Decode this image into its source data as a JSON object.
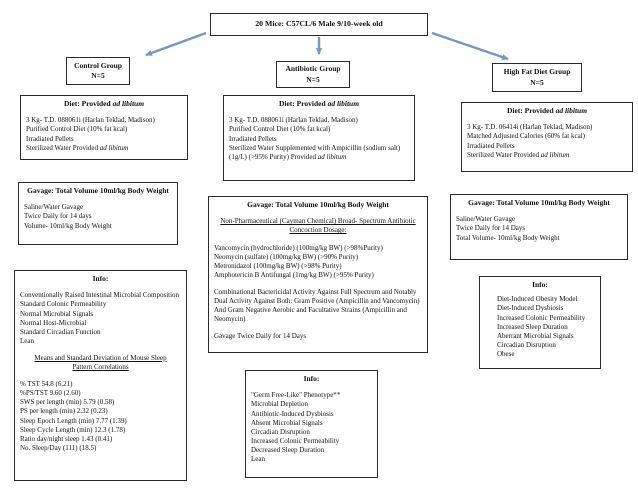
{
  "colors": {
    "arrow": "#7396c8",
    "border": "#2b2b2b"
  },
  "root": {
    "title": "20 Mice: C57CL/6 Male 9/10-week old"
  },
  "groups": {
    "control": {
      "name": "Control Group",
      "n": "N=5"
    },
    "antibiotic": {
      "name": "Antibiotic Group",
      "n": "N=5"
    },
    "high_fat": {
      "name": "High Fat Diet Group",
      "n": "N=5"
    }
  },
  "diet": {
    "control": {
      "title_main": "Diet: Provided ",
      "title_italic": "ad libitum",
      "lines": [
        "3 Kg- T.D. 088061i (Harlan Teklad, Madison)",
        "Purified Control Diet (10% fat kcal)",
        "Irradiated Pellets"
      ],
      "last_plain": "Sterilized Water Provided ",
      "last_italic": "ad libitum"
    },
    "antibiotic": {
      "title_main": "Diet: Provided ",
      "title_italic": "ad libitum",
      "lines": [
        "3 Kg- T.D. 088061i (Harlan Teklad, Madison)",
        "Purified Control Diet (10% fat kcal)",
        "Irradiated Pellets"
      ],
      "last_plain": "Sterilized Water Supplemented with Ampicillin (sodium salt) (1g/L) (>95% Purity) Provided ",
      "last_italic": "ad libitum"
    },
    "high_fat": {
      "title_main": "Diet: Provided ",
      "title_italic": "ad libitum",
      "lines": [
        "3 Kg- T.D. 06414i (Harlan Teklad, Madison)",
        "Matched Adjusted Calories (60% fat kcal)",
        "Irradiated Pellets"
      ],
      "last_plain": "Sterilized Water Provided ",
      "last_italic": "ad libitum"
    }
  },
  "gavage": {
    "control": {
      "title": "Gavage: Total Volume 10ml/kg Body Weight",
      "lines": [
        "Saline/Water Gavage",
        "Twice Daily for 14 days",
        "Volume- 10ml/kg Body Weight"
      ]
    },
    "antibiotic": {
      "title": "Gavage: Total Volume 10ml/kg Body Weight",
      "subtitle": "Non-Pharmaceutical (Cayman Chemical) Broad- Spectrum Antibiotic Concoction Dosage:",
      "dosage_lines": [
        "Vancomycin (hydrochloride) (100mg/kg BW) (>98%Purity)",
        "Neomycin (sulfate) (100mg/kg BW) (>90% Purity)",
        "Metronidazol (100mg/kg BW) (>98% Purity)",
        "Amphotericin B Antifungal (1mg/kg BW) (>95% Purity)"
      ],
      "activity": "Combinational Bactericidal Activity Against Full Spectrum and Notably Dual Activity Against Both: Gram Positive (Ampicillin and Vancomycin) And Gram Negative Aerobic and Facultative Strains (Ampicillin and Neomycin)",
      "footer": "Gavage Twice Daily for 14 Days"
    },
    "high_fat": {
      "title": "Gavage: Total Volume 10ml/kg Body Weight",
      "lines": [
        "Saline/Water Gavage",
        "Twice Daily for 14 Days",
        "Total Volume- 10ml/kg Body Weight"
      ]
    }
  },
  "info": {
    "control": {
      "title": "Info:",
      "para": "Conventionally Raised Intestinal Microbial Composition",
      "lines": [
        "Standard Colonic Permeability",
        "Normal Microbial Signals",
        "Normal Host-Microbial",
        "Standard Circadian Function",
        "Lean"
      ],
      "subhead": "Means and Standard Deviation of Mouse Sleep Pattern Correlations",
      "stats": [
        "% TST 54.8 (6.21)",
        "%PS/TST 9.60 (2.60)",
        "SWS per length (min) 5.79 (0.58)",
        "PS per length (min) 2.32 (0.23)",
        "Sleep Epoch Length (min) 7.77 (1.39)",
        "Sleep Cycle Length (min) 12.3 (1.78)",
        "Ratio day/night sleep 1.43 (0.41)",
        "No. Sleep/Day (111) (18.5)"
      ]
    },
    "antibiotic": {
      "title": "Info:",
      "lines": [
        "\"Germ Free-Like\" Phenotype**",
        "Microbial Depletion",
        "Antibiotic-Induced Dysbiosis",
        "Absent Microbial Signals",
        "Circadian Disruption",
        "Increased Colonic Permeability",
        "Decreased Sleep Duration",
        "Lean"
      ]
    },
    "high_fat": {
      "title": "Info:",
      "lines": [
        "Diet-Induced Obesity Model",
        "Diet-Induced Dysbiosis",
        "Increased Colonic Permeability",
        "Increased Sleep Duration",
        "Aberrant Microbial Signals",
        "Circadian Disruption",
        "Obese"
      ]
    }
  }
}
